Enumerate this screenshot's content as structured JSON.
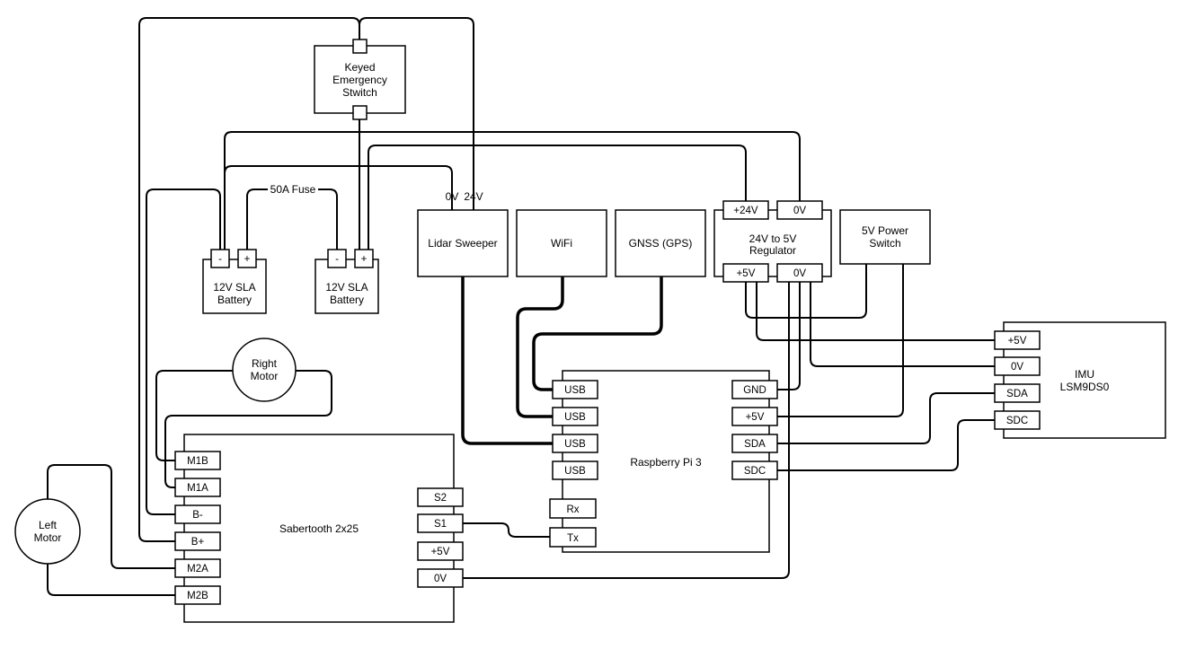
{
  "diagram": {
    "emergency_switch": {
      "lines": [
        "Keyed",
        "Emergency",
        "Stwitch"
      ]
    },
    "fuse_label": "50A Fuse",
    "battery_left": {
      "minus": "-",
      "plus": "+",
      "lines": [
        "12V SLA",
        "Battery"
      ]
    },
    "battery_right": {
      "minus": "-",
      "plus": "+",
      "lines": [
        "12V SLA",
        "Battery"
      ]
    },
    "lidar": {
      "label": "Lidar Sweeper",
      "pin_0v": "0V",
      "pin_24v": "24V"
    },
    "wifi": {
      "label": "WiFi"
    },
    "gnss": {
      "label": "GNSS (GPS)"
    },
    "regulator": {
      "lines": [
        "24V to 5V",
        "Regulator"
      ],
      "pin_in_24v": "+24V",
      "pin_in_0v": "0V",
      "pin_out_5v": "+5V",
      "pin_out_0v": "0V"
    },
    "power_switch": {
      "lines": [
        "5V Power",
        "Switch"
      ]
    },
    "imu": {
      "lines": [
        "IMU",
        "LSM9DS0"
      ],
      "pins": {
        "p5v": "+5V",
        "p0v": "0V",
        "sda": "SDA",
        "sdc": "SDC"
      }
    },
    "raspberry_pi": {
      "label": "Raspberry Pi 3",
      "pins": {
        "usb1": "USB",
        "usb2": "USB",
        "usb3": "USB",
        "usb4": "USB",
        "rx": "Rx",
        "tx": "Tx",
        "gnd": "GND",
        "p5v": "+5V",
        "sda": "SDA",
        "sdc": "SDC"
      }
    },
    "right_motor": {
      "lines": [
        "Right",
        "Motor"
      ]
    },
    "left_motor": {
      "lines": [
        "Left",
        "Motor"
      ]
    },
    "sabertooth": {
      "label": "Sabertooth 2x25",
      "pins": {
        "m1b": "M1B",
        "m1a": "M1A",
        "bminus": "B-",
        "bplus": "B+",
        "m2a": "M2A",
        "m2b": "M2B",
        "s2": "S2",
        "s1": "S1",
        "p5v": "+5V",
        "p0v": "0V"
      }
    }
  }
}
